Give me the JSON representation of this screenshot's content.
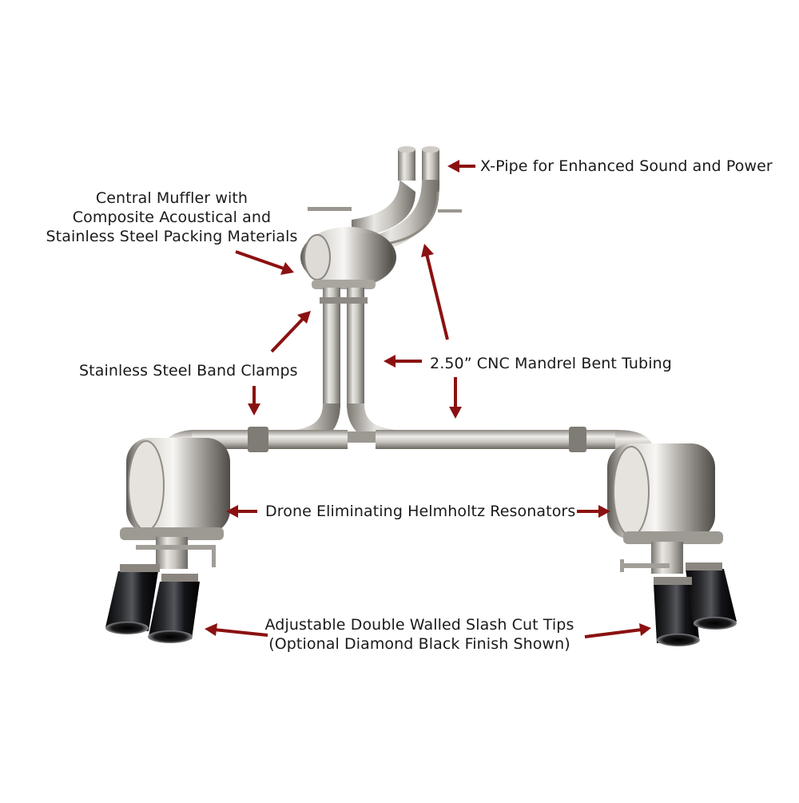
{
  "callouts": {
    "xpipe": {
      "text": "X-Pipe for Enhanced Sound and Power"
    },
    "central_muffler": {
      "lines": [
        "Central Muffler with",
        "Composite Acoustical and",
        "Stainless Steel Packing Materials"
      ]
    },
    "band_clamps": {
      "text": "Stainless Steel Band Clamps"
    },
    "tubing": {
      "text": "2.50” CNC Mandrel Bent Tubing"
    },
    "resonators": {
      "text": "Drone Eliminating Helmholtz Resonators"
    },
    "tips": {
      "lines": [
        "Adjustable Double Walled Slash Cut Tips",
        "(Optional Diamond Black Finish Shown)"
      ]
    }
  },
  "colors": {
    "arrow": "#8b1111",
    "steel_light": "#f2f2f0",
    "steel_mid": "#b9b6b0",
    "steel_dark": "#6f6b66",
    "tip_black": "#0d0d0f"
  }
}
